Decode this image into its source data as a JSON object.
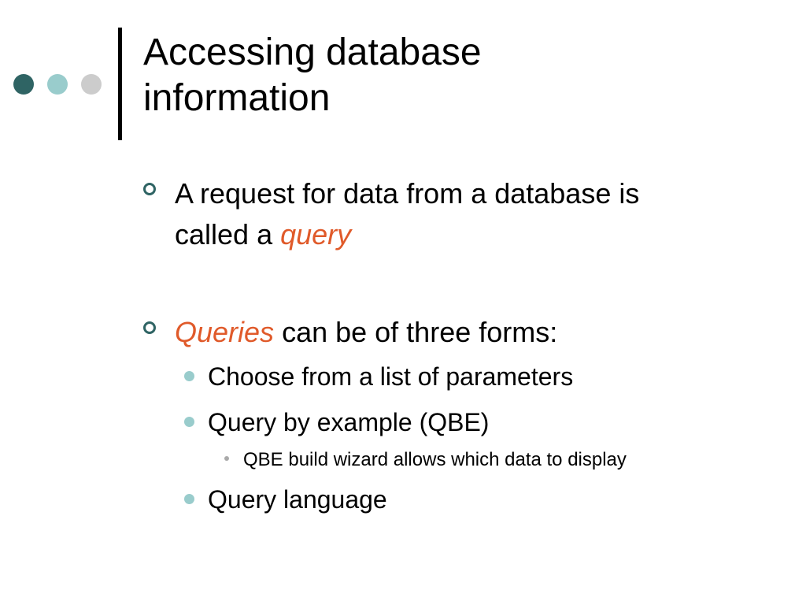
{
  "slide": {
    "title_line_1": "Accessing database",
    "title_line_2": "information",
    "bullets": [
      {
        "text_before": "A request for data from a database is",
        "text_line_2": "called a ",
        "emphasis": "query"
      },
      {
        "emphasis": "Queries",
        "text_after": " can be of three forms:",
        "sub_items": [
          {
            "text": "Choose from a list of parameters"
          },
          {
            "text": "Query by example (QBE)"
          },
          {
            "text": "QBE build wizard allows which data to display"
          },
          {
            "text": "Query language"
          }
        ]
      }
    ]
  },
  "theme": {
    "dot_colors": [
      "#2f6464",
      "#99cccc",
      "#cccccc"
    ],
    "emphasis_color": "#e05a2a",
    "bullet_ring_color": "#2f6464",
    "sub_bullet_color": "#99cccc",
    "third_level_bullet_color": "#aaaaaa"
  }
}
